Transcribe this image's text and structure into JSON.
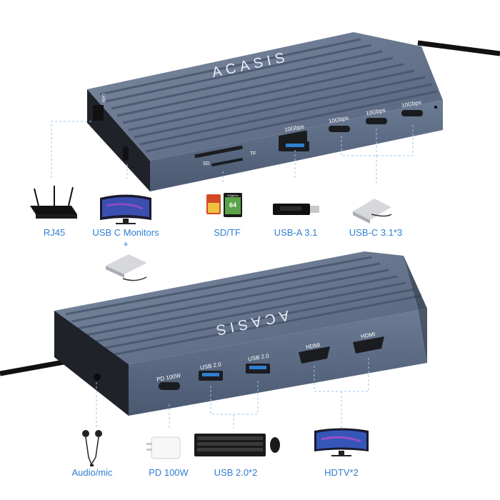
{
  "brand": "ACASIS",
  "top_hub": {
    "port_labels": [
      "10Gbps",
      "10Gbps",
      "10Gbps",
      "10Gbps"
    ],
    "card_slot_sd": "SD",
    "card_slot_tf": "TF",
    "side_label": "LAN"
  },
  "bottom_hub": {
    "port_labels": [
      "PD 100W",
      "USB 2.0",
      "USB 2.0",
      "HDMI",
      "HDMI"
    ]
  },
  "top_features": [
    "RJ45",
    "USB C Monitors",
    "SD/TF",
    "USB-A 3.1",
    "USB-C 3.1*3"
  ],
  "plus_sign": "+",
  "bottom_features": [
    "Audio/mic",
    "PD 100W",
    "USB 2.0*2",
    "HDTV*2"
  ],
  "sd_card": {
    "brand": "Kingston",
    "capacity": "64"
  },
  "colors": {
    "accent": "#2f7fd0",
    "hub_body": "#5c6c84",
    "hub_edge": "#1d1f24",
    "background": "#ffffff"
  }
}
